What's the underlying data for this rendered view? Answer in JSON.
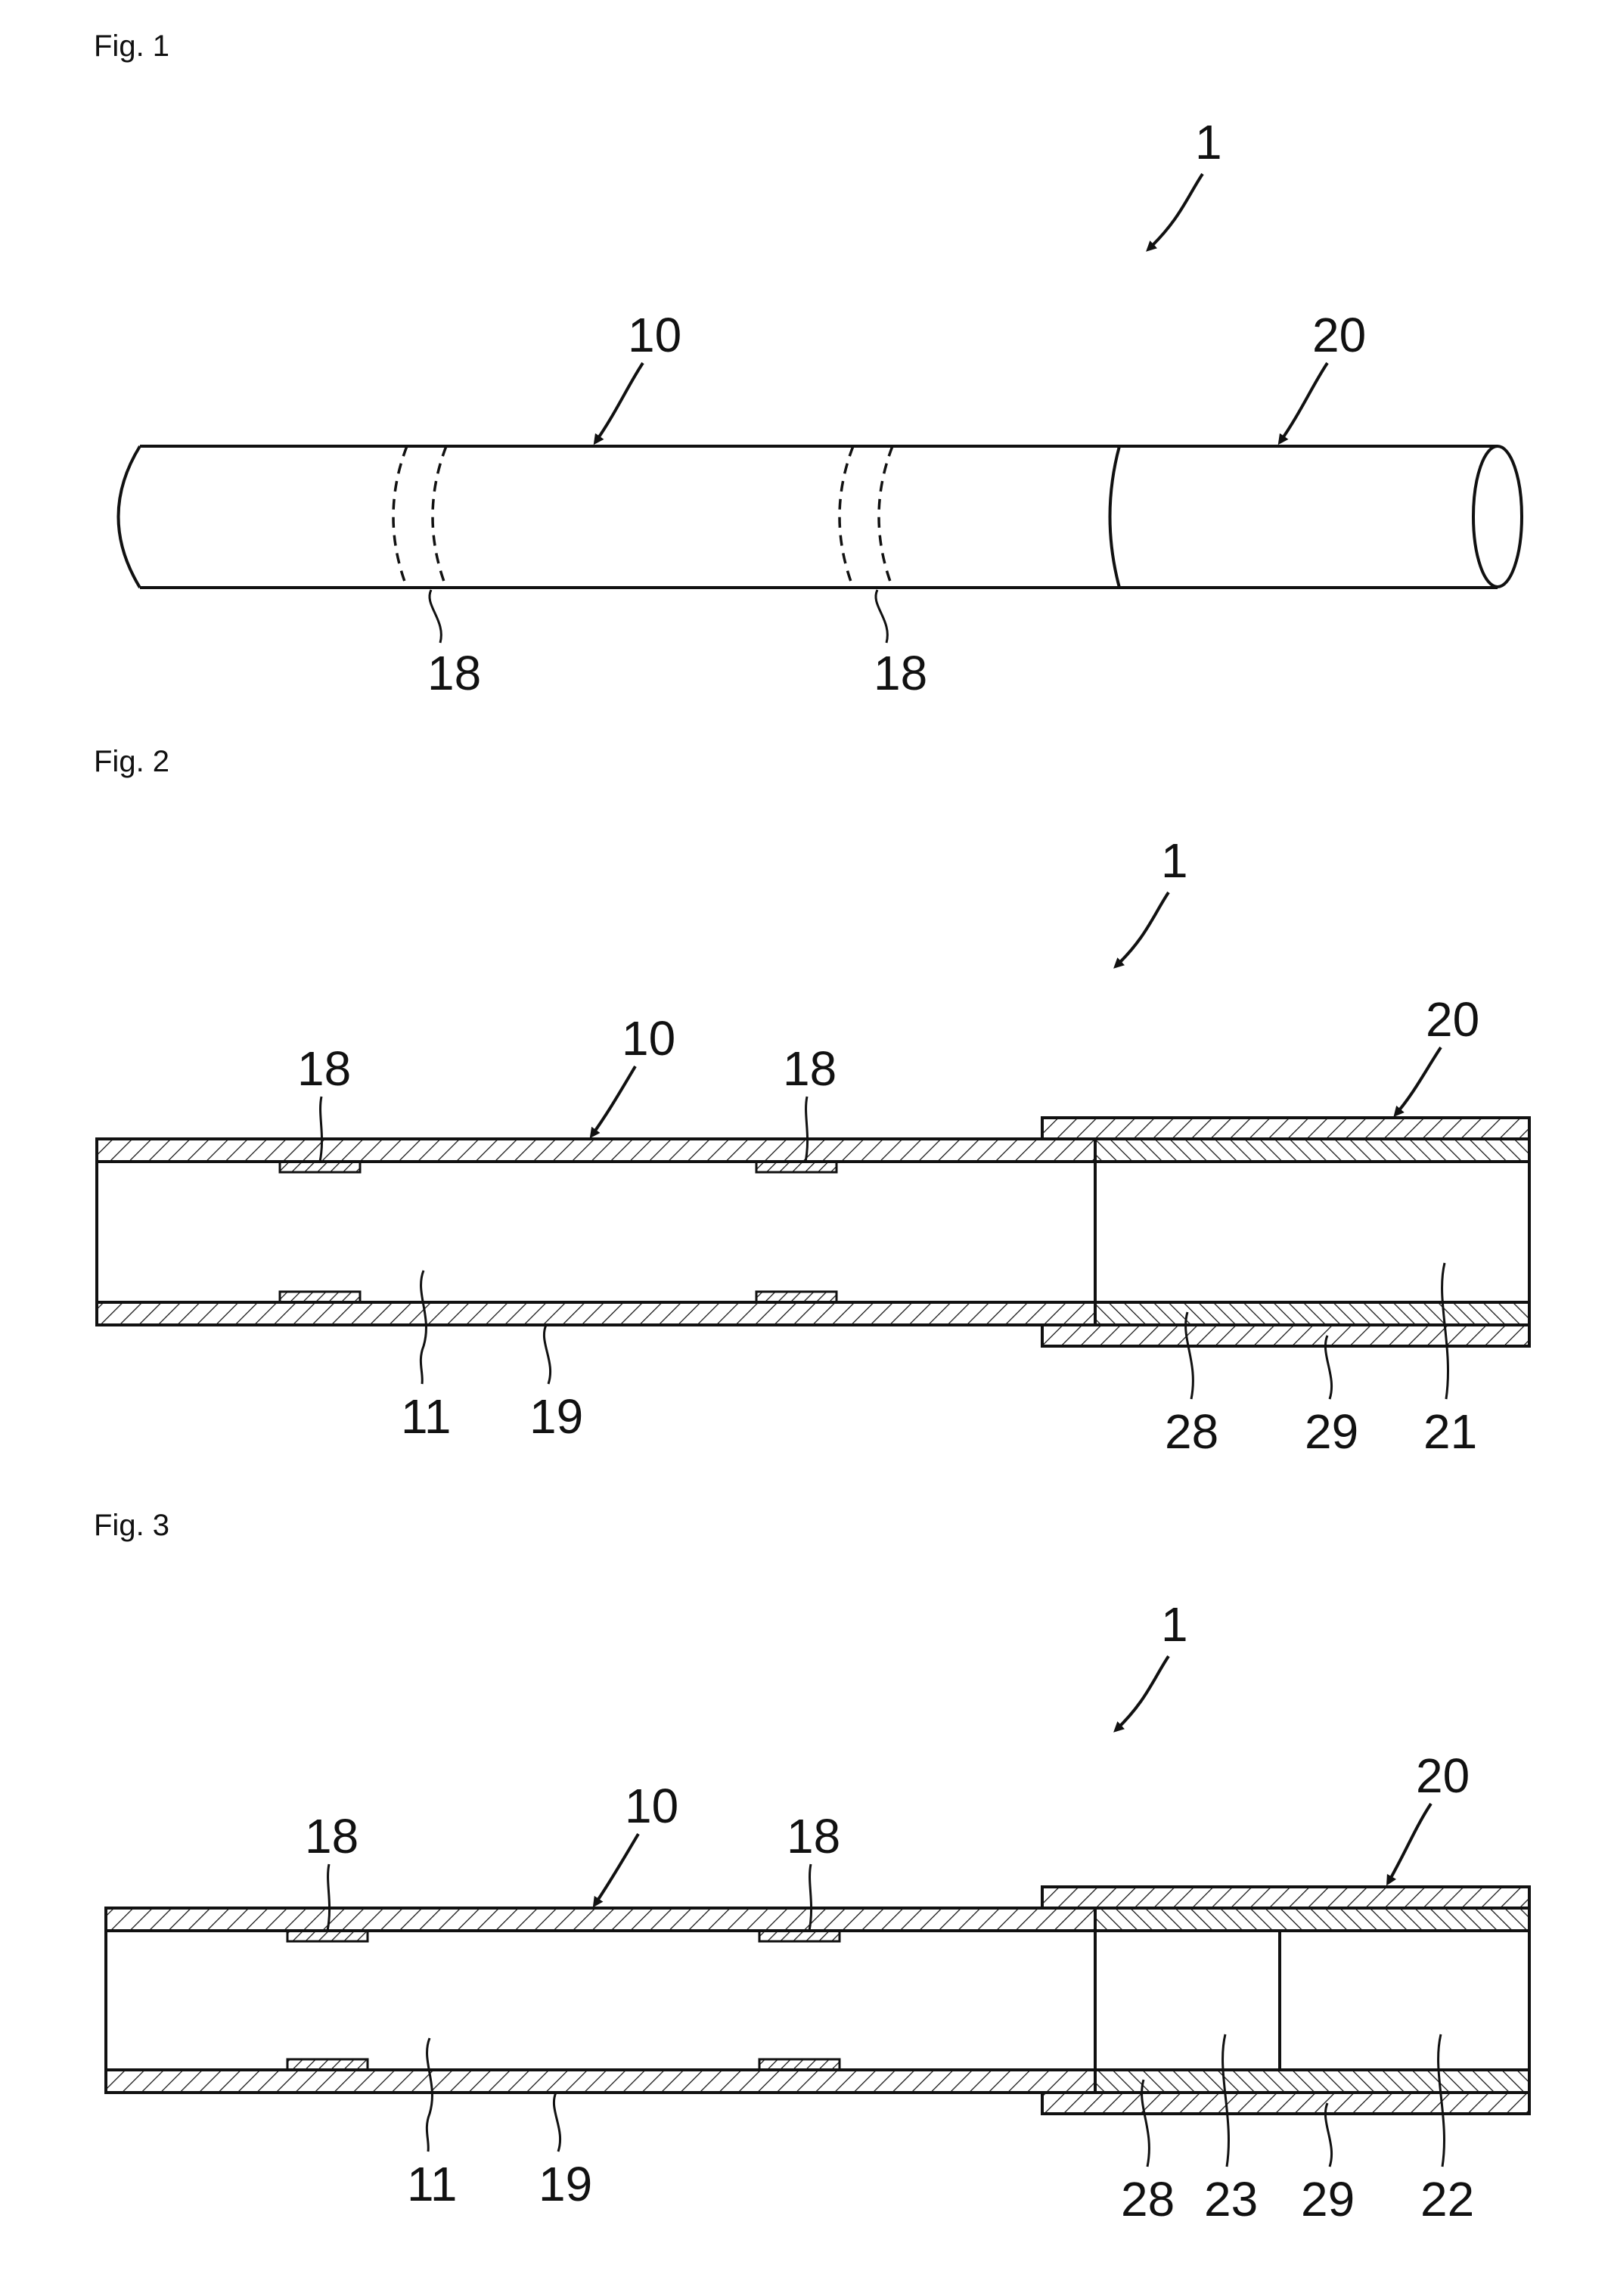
{
  "fig1": {
    "caption": "Fig. 1",
    "labels": {
      "assembly": "1",
      "member_10": "10",
      "member_20": "20",
      "band_a": "18",
      "band_b": "18"
    }
  },
  "fig2": {
    "caption": "Fig. 2",
    "labels": {
      "assembly": "1",
      "member_10": "10",
      "member_20": "20",
      "band_a": "18",
      "band_b": "18",
      "l11": "11",
      "l19": "19",
      "l28": "28",
      "l29": "29",
      "l21": "21"
    }
  },
  "fig3": {
    "caption": "Fig. 3",
    "labels": {
      "assembly": "1",
      "member_10": "10",
      "member_20": "20",
      "band_a": "18",
      "band_b": "18",
      "l11": "11",
      "l19": "19",
      "l28": "28",
      "l23": "23",
      "l29": "29",
      "l22": "22"
    }
  }
}
